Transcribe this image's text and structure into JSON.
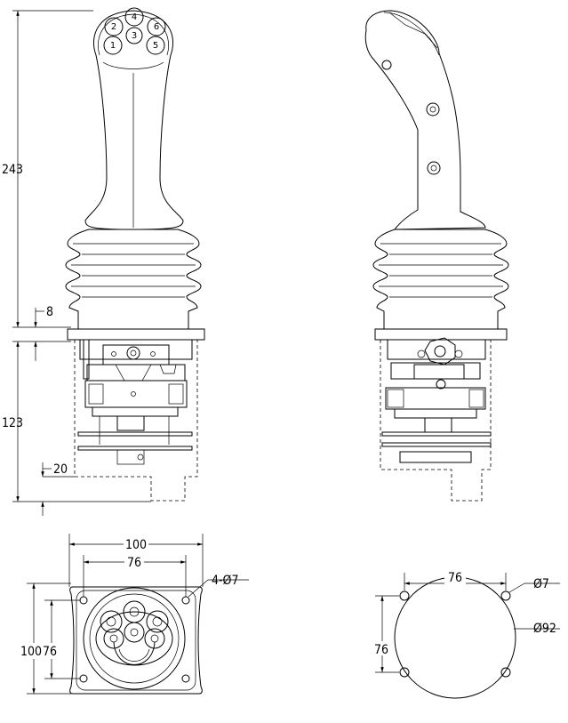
{
  "dimensions": {
    "height_grip": "243",
    "flange_thickness": "8",
    "height_base": "123",
    "bottom_step": "20",
    "width_outer": "100",
    "width_holes": "76",
    "hole_spec": "4-Ø7",
    "height_outer": "100",
    "height_holes": "76",
    "cutout_width": "76",
    "cutout_height": "76",
    "cutout_hole": "Ø7",
    "cutout_diameter": "Ø92"
  },
  "buttons": {
    "b1": "1",
    "b2": "2",
    "b3": "3",
    "b4": "4",
    "b5": "5",
    "b6": "6"
  }
}
